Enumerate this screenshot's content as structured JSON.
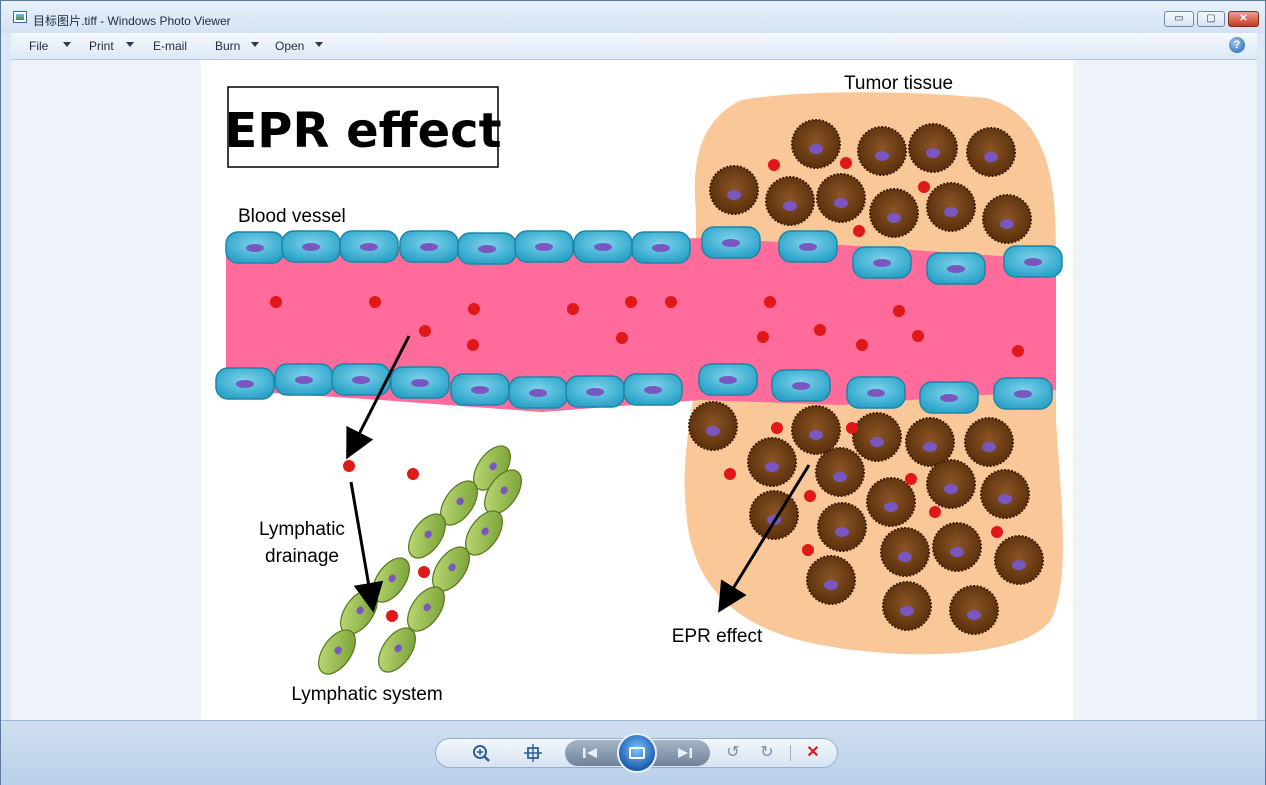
{
  "window": {
    "title": "目标图片.tiff - Windows Photo Viewer",
    "buttons": {
      "minimize": "▭",
      "maximize": "▢",
      "close": "✕"
    }
  },
  "menu": {
    "items": [
      "File",
      "Print",
      "E-mail",
      "Burn",
      "Open"
    ],
    "help": "?"
  },
  "figure": {
    "title": "EPR effect",
    "labels": {
      "blood_vessel": "Blood vessel",
      "tumor_tissue": "Tumor tissue",
      "lymphatic_drainage_1": "Lymphatic",
      "lymphatic_drainage_2": "drainage",
      "lymphatic_system": "Lymphatic system",
      "epr_effect": "EPR effect"
    },
    "colors": {
      "vessel": "#ff6b9a",
      "endothelial": "#3ab4d6",
      "nucleus": "#7a57c0",
      "tumor_tissue": "#fac898",
      "tumor_cell": "#6b3a12",
      "nanoparticle": "#e01818",
      "lymph_cell": "#8dbb4a"
    }
  },
  "controls": {
    "zoom": "zoom-icon",
    "actual_size": "fit-icon",
    "previous": "previous-icon",
    "slideshow": "slideshow-icon",
    "next": "next-icon",
    "rotate_ccw": "↺",
    "rotate_cw": "↻",
    "delete": "✕"
  }
}
